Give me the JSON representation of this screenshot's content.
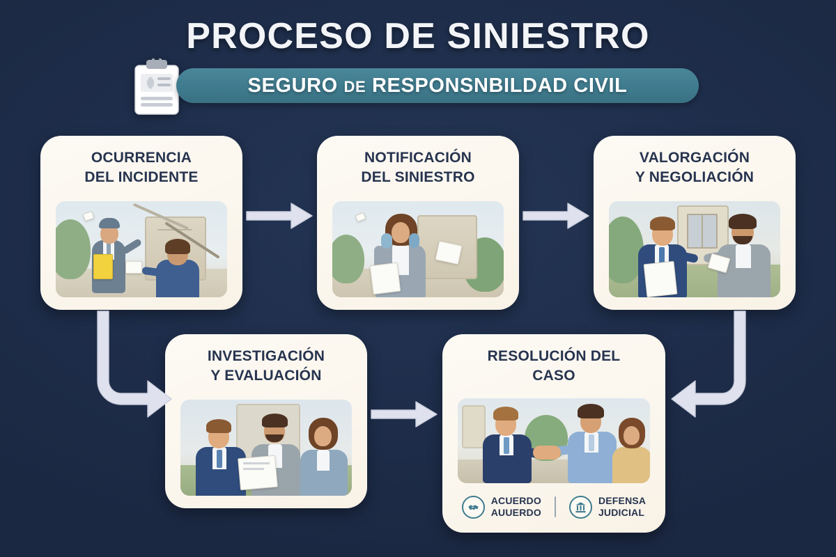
{
  "header": {
    "title": "PROCESO DE SINIESTRO",
    "subtitle_pre": "SEGURO",
    "subtitle_small": "DE",
    "subtitle_post": "RESPONSNBILDAD CIVIL",
    "clipboard_icon": "clipboard-icon"
  },
  "colors": {
    "background": "#1e2d4a",
    "banner": "#3f7b8e",
    "card": "#fcf8f1",
    "card_title": "#27344f",
    "arrow": "#dfe2ee",
    "badge_accent": "#3f7b8e"
  },
  "steps": [
    {
      "id": "ocurrencia",
      "title_line1": "OCURRENCIA",
      "title_line2": "DEL INCIDENTE",
      "illustration": "worker-and-adjuster-at-damaged-wall"
    },
    {
      "id": "notificacion",
      "title_line1": "NOTIFICACIÓN",
      "title_line2": "DEL SINIESTRO",
      "illustration": "woman-on-phone-reporting-claim"
    },
    {
      "id": "valoracion",
      "title_line1": "VALORGACIÓN",
      "title_line2": "Y NEGOLIACIÓN",
      "illustration": "two-men-negotiating-with-documents"
    },
    {
      "id": "investigacion",
      "title_line1": "INVESTIGACIÓN",
      "title_line2": "Y EVALUACIÓN",
      "illustration": "three-people-reviewing-report"
    },
    {
      "id": "resolucion",
      "title_line1": "RESOLUCIÓN DEL",
      "title_line2": "CASO",
      "illustration": "handshake-settlement-with-client"
    }
  ],
  "resolution_badges": [
    {
      "id": "acuerdo",
      "icon": "handshake-icon",
      "label": "ACUERDO\nAUUERDO"
    },
    {
      "id": "defensa-judicial",
      "icon": "courthouse-icon",
      "label": "DEFENSA\nJUDICIAL"
    }
  ],
  "flow_arrows": [
    {
      "id": "arrow-1-to-2",
      "direction": "right"
    },
    {
      "id": "arrow-2-to-3",
      "direction": "right"
    },
    {
      "id": "arrow-1-to-4",
      "direction": "down-then-right"
    },
    {
      "id": "arrow-4-to-5",
      "direction": "right"
    },
    {
      "id": "arrow-3-to-5",
      "direction": "down-then-left"
    }
  ]
}
